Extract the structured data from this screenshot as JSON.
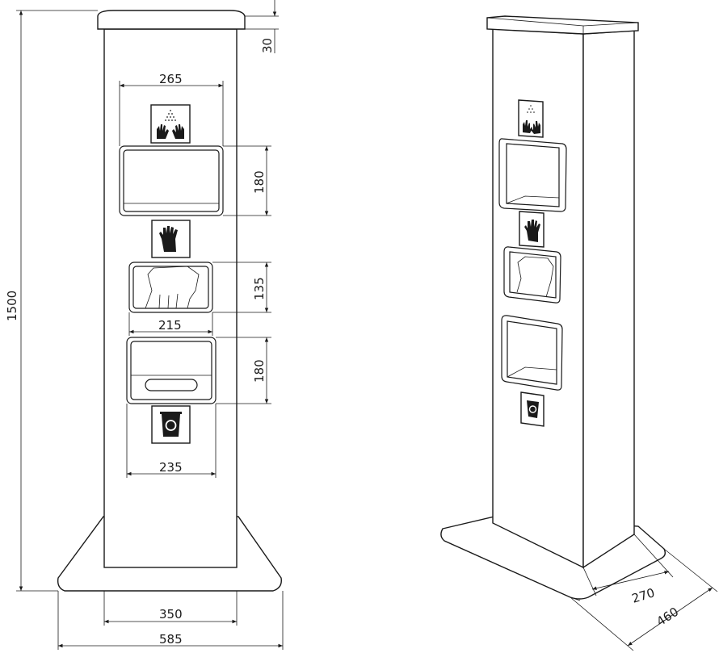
{
  "dimensions": {
    "top_gap": "30",
    "total_height": "1500",
    "top_slot_width": "265",
    "top_slot_height": "180",
    "glove_slot_height": "135",
    "glove_slot_width": "215",
    "bottom_slot_height": "180",
    "bottom_slot_width": "235",
    "column_width": "350",
    "base_width": "585",
    "iso_depth_column": "270",
    "iso_depth_base": "460"
  },
  "icons": [
    "sanitizer-hands-icon",
    "glove-icon",
    "recycle-bin-icon"
  ],
  "colors": {
    "line": "#1a1a1a",
    "background": "#ffffff"
  }
}
